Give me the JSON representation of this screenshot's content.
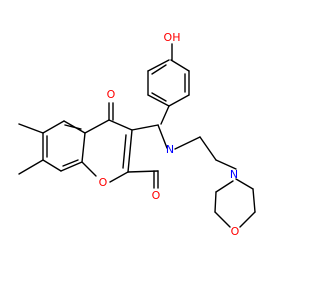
{
  "colors": {
    "background": "#ffffff",
    "bond": "#000000",
    "oxygen": "#ff0000",
    "nitrogen": "#0000ff"
  },
  "atoms": {
    "oh": "OH",
    "ketone_o": "O",
    "ring_o": "O",
    "imide_o": "O",
    "lactam_n": "N",
    "morph_n": "N",
    "morph_o": "O"
  }
}
